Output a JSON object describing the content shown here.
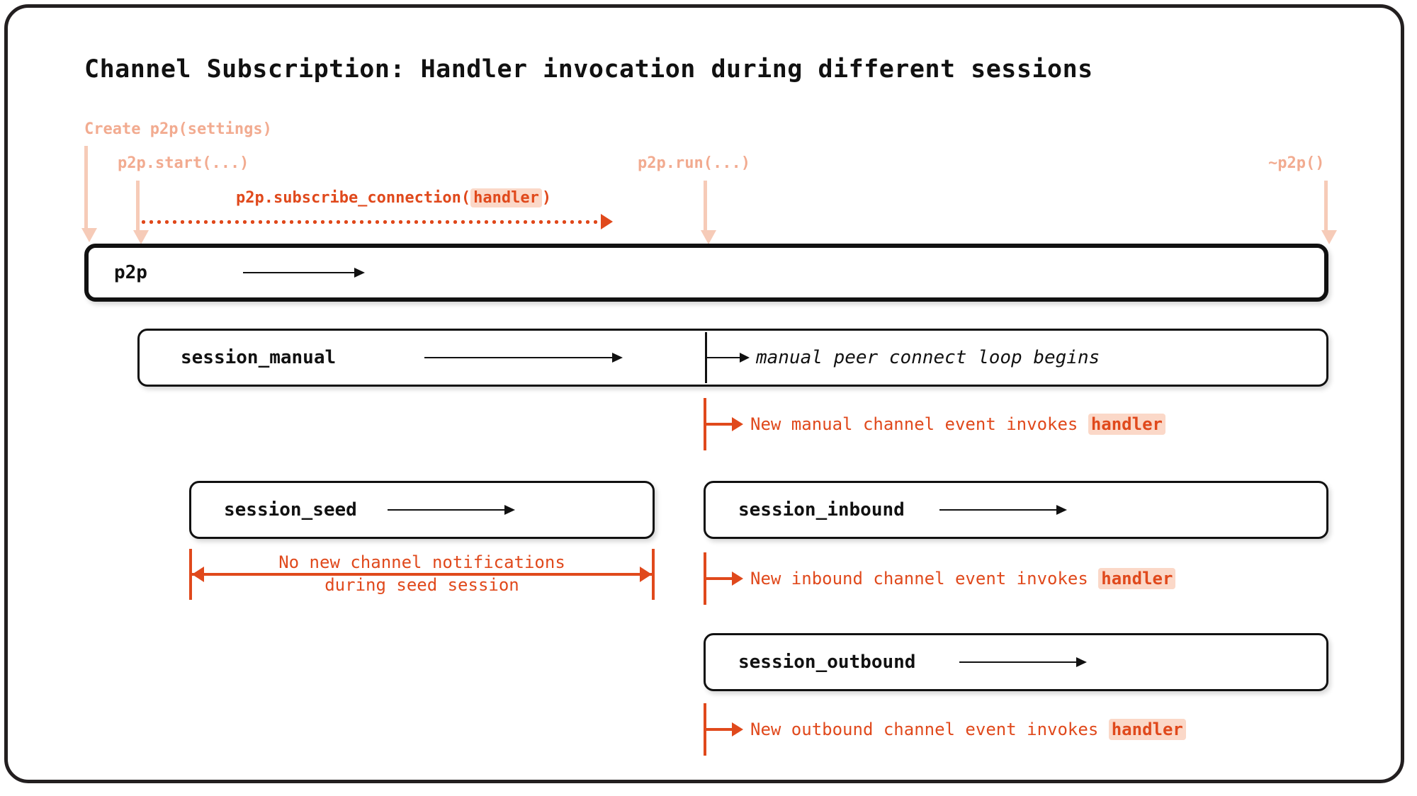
{
  "diagram": {
    "title": "Channel Subscription: Handler invocation during different sessions",
    "accent_color": "#e0491c",
    "accent_pale_color": "#f2ab90",
    "highlight_bg_color": "#fbd8c8",
    "frame_color": "#231f20"
  },
  "lifecycle": [
    {
      "label": "Create p2p(settings)"
    },
    {
      "label": "p2p.start(...)"
    },
    {
      "label": "p2p.run(...)"
    },
    {
      "label": "~p2p()"
    }
  ],
  "subscribe": {
    "prefix": "p2p.subscribe_connection(",
    "arg": "handler",
    "suffix": ")"
  },
  "lanes": [
    {
      "name": "p2p"
    },
    {
      "name": "session_manual"
    },
    {
      "name": "session_seed"
    },
    {
      "name": "session_inbound"
    },
    {
      "name": "session_outbound"
    }
  ],
  "annotations": {
    "manual_loop": "manual peer connect loop begins",
    "manual_event": {
      "prefix": "New manual channel event invokes ",
      "arg": "handler"
    },
    "inbound_event": {
      "prefix": "New inbound channel event invokes ",
      "arg": "handler"
    },
    "outbound_event": {
      "prefix": "New outbound channel event invokes ",
      "arg": "handler"
    },
    "seed_note_line1": "No new channel notifications",
    "seed_note_line2": "during seed session"
  }
}
